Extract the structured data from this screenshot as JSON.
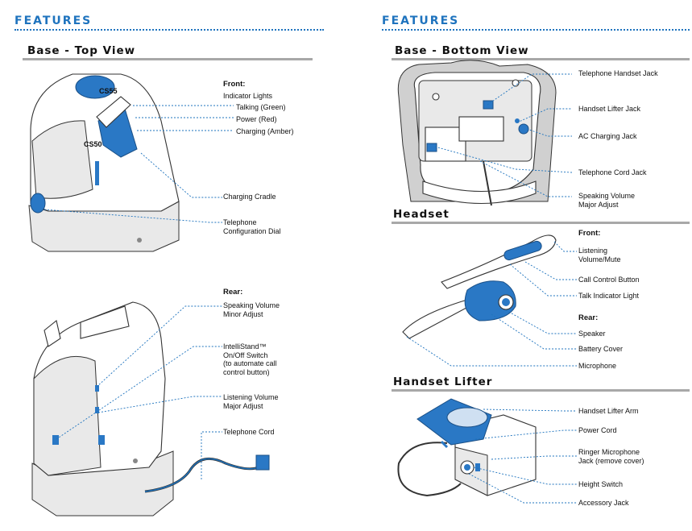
{
  "left": {
    "features_title": "FEATURES",
    "top_view": {
      "title": "Base - Top View",
      "front_heading": "Front:",
      "indicator_lights": "Indicator Lights",
      "talking": "Talking (Green)",
      "power": "Power (Red)",
      "charging": "Charging (Amber)",
      "charging_cradle": "Charging Cradle",
      "telephone_config_1": "Telephone",
      "telephone_config_2": "Configuration Dial",
      "cs55": "CS55",
      "cs50": "CS50"
    },
    "rear": {
      "heading": "Rear:",
      "speaking_minor_1": "Speaking Volume",
      "speaking_minor_2": "Minor Adjust",
      "intellistand_1": "IntelliStand™",
      "intellistand_2": "On/Off Switch",
      "intellistand_3": "(to automate call",
      "intellistand_4": "control button)",
      "listening_major_1": "Listening Volume",
      "listening_major_2": "Major Adjust",
      "telephone_cord": "Telephone Cord"
    }
  },
  "right": {
    "features_title": "FEATURES",
    "bottom_view": {
      "title": "Base - Bottom View",
      "handset_jack": "Telephone Handset Jack",
      "lifter_jack": "Handset Lifter Jack",
      "ac_jack": "AC Charging Jack",
      "cord_jack": "Telephone Cord Jack",
      "speaking_major_1": "Speaking Volume",
      "speaking_major_2": "Major Adjust"
    },
    "headset": {
      "title": "Headset",
      "front_heading": "Front:",
      "listening_1": "Listening",
      "listening_2": "Volume/Mute",
      "call_control": "Call Control Button",
      "talk_light": "Talk Indicator Light",
      "rear_heading": "Rear:",
      "speaker": "Speaker",
      "battery_cover": "Battery Cover",
      "microphone": "Microphone"
    },
    "lifter": {
      "title": "Handset Lifter",
      "arm": "Handset Lifter Arm",
      "power_cord": "Power Cord",
      "ringer_1": "Ringer Microphone",
      "ringer_2": "Jack (remove cover)",
      "height_switch": "Height Switch",
      "accessory_jack": "Accessory Jack"
    }
  },
  "colors": {
    "accent_blue": "#1e73be",
    "device_blue": "#2a78c5",
    "rule_gray": "#a8a8a8"
  }
}
